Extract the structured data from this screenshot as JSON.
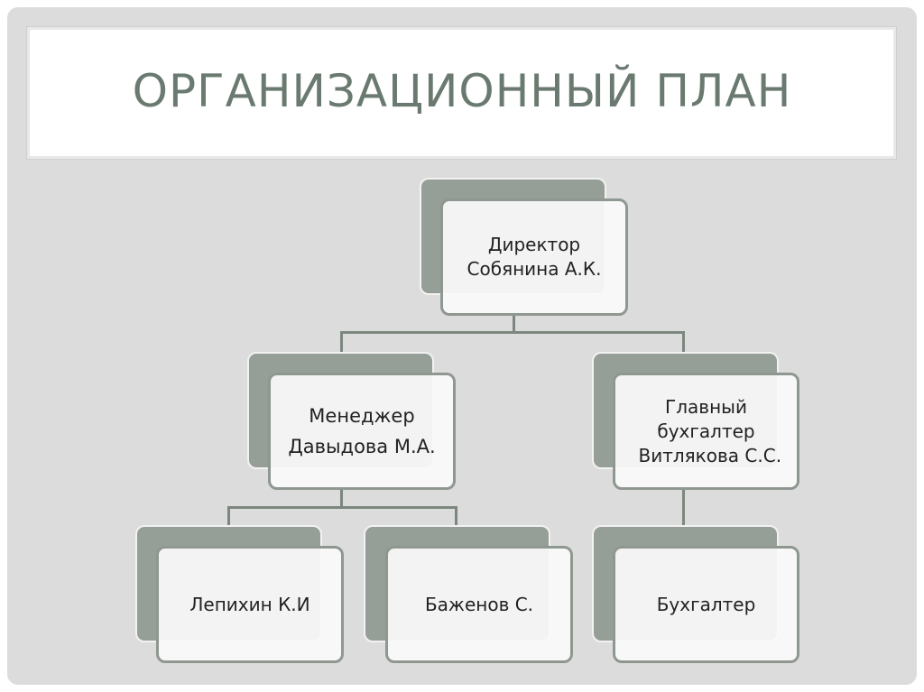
{
  "title": "ОРГАНИЗАЦИОННЫЙ ПЛАН",
  "nodes": {
    "director": {
      "role": "Директор",
      "name": "Собянина А.К."
    },
    "manager": {
      "role": "Менеджер",
      "name": "Давыдова М.А."
    },
    "chief_accountant": {
      "role": "Главный бухгалтер",
      "name": "Витлякова С.С."
    },
    "lepikhin": {
      "name": "Лепихин К.И"
    },
    "bazhenov": {
      "name": "Баженов С."
    },
    "accountant": {
      "name": "Бухгалтер"
    }
  },
  "colors": {
    "back_box": "#959f97",
    "title": "#6a7a70",
    "line": "#7c877f"
  }
}
